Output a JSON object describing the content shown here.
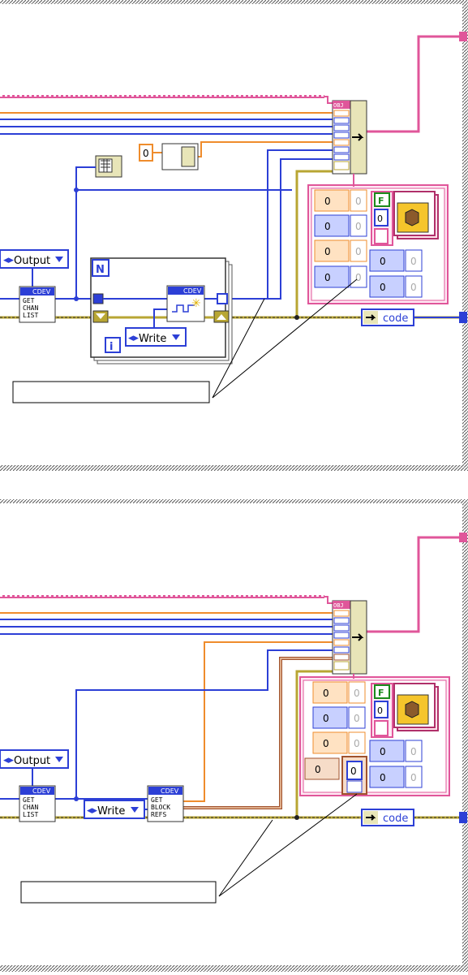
{
  "panels": [
    {
      "id": "top",
      "mode_ring": "Output",
      "get_chan_list": {
        "tag": "CDEV",
        "line1": "GET",
        "line2": "CHAN",
        "line3": "LIST"
      },
      "write_ring": "Write",
      "loop_count_terminal": "N",
      "loop_index_terminal": "i",
      "numeric_constant": "0",
      "bundle_header": "OBJ",
      "write_node_tag": "CDEV",
      "cluster_controls": [
        "0",
        "0",
        "0",
        "0",
        "0",
        "0"
      ],
      "boolean_constant": "F",
      "code_indicator": "code",
      "callout_text": ""
    },
    {
      "id": "bottom",
      "mode_ring": "Output",
      "get_chan_list": {
        "tag": "CDEV",
        "line1": "GET",
        "line2": "CHAN",
        "line3": "LIST"
      },
      "write_ring": "Write",
      "get_block_refs": {
        "tag": "CDEV",
        "line1": "GET",
        "line2": "BLOCK",
        "line3": "REFS"
      },
      "bundle_header": "OBJ",
      "cluster_controls": [
        "0",
        "0",
        "0",
        "0",
        "0",
        "0",
        "0"
      ],
      "boolean_constant": "F",
      "code_indicator": "code",
      "callout_text": ""
    }
  ],
  "colors": {
    "cluster_wire": "#e0569a",
    "numeric_wire": "#ef8c2c",
    "ref_wire": "#2c3fd6",
    "error_wire": "#b8a633",
    "array_wire": "#a0522d",
    "frame_border": "#444444"
  }
}
